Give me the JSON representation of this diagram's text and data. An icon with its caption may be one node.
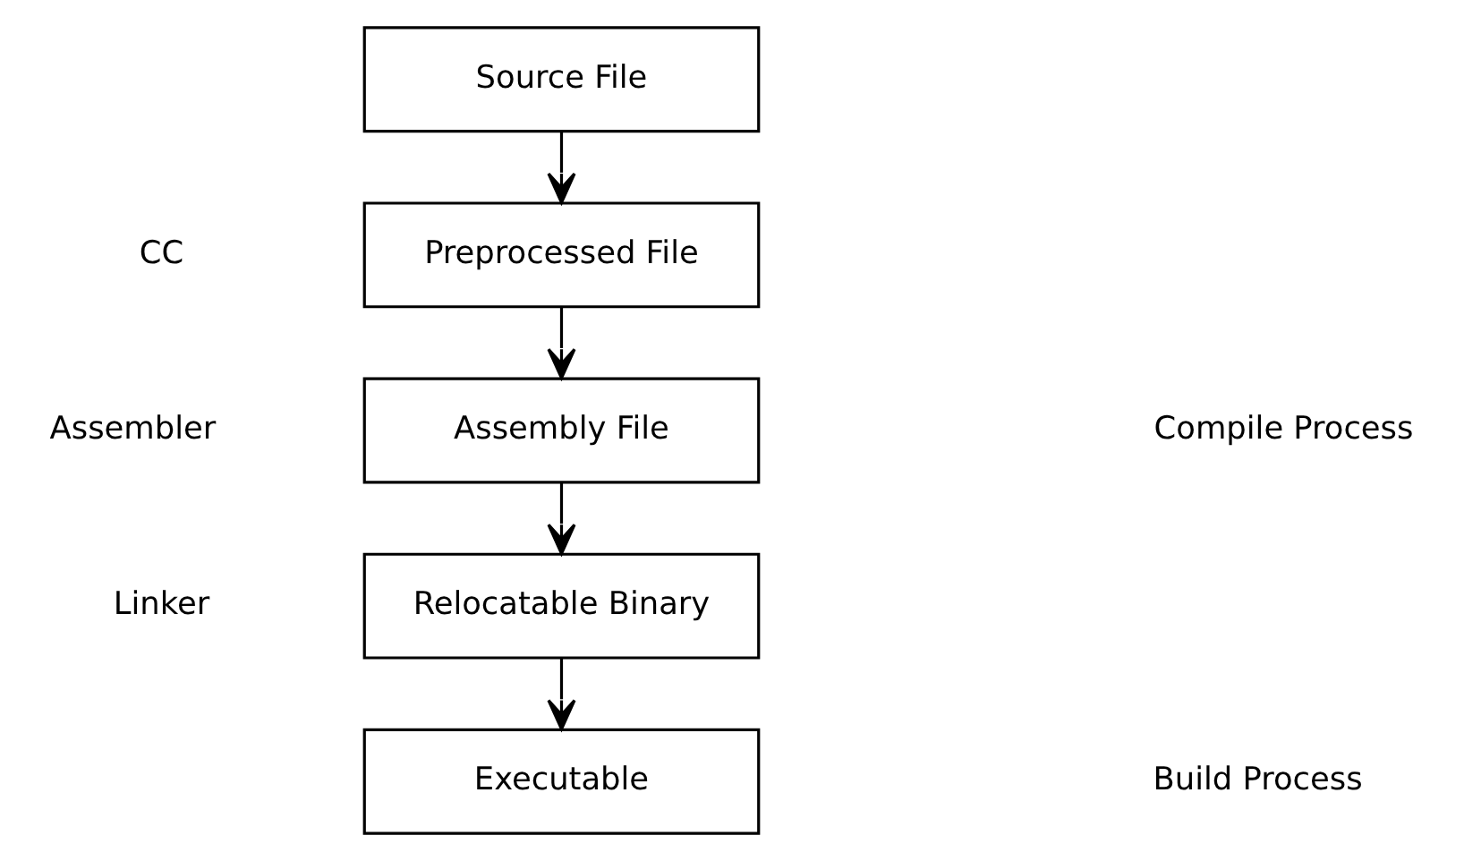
{
  "diagram": {
    "nodes": [
      {
        "text": [
          "Source File"
        ]
      },
      {
        "text": [
          "Preprocessed File"
        ]
      },
      {
        "text": [
          "Assembly File"
        ]
      },
      {
        "text": [
          "Relocatable Binary"
        ]
      },
      {
        "text": [
          "Executable"
        ]
      }
    ],
    "edges": [
      {
        "from": 0,
        "to": 1,
        "arrow": "to"
      },
      {
        "from": 1,
        "to": 2,
        "arrow": "to"
      },
      {
        "from": 2,
        "to": 3,
        "arrow": "to"
      },
      {
        "from": 3,
        "to": 4,
        "arrow": "to"
      }
    ],
    "labels": [
      "CC",
      "Compile Process",
      "Assembler",
      "Build Process",
      "Linker"
    ]
  }
}
